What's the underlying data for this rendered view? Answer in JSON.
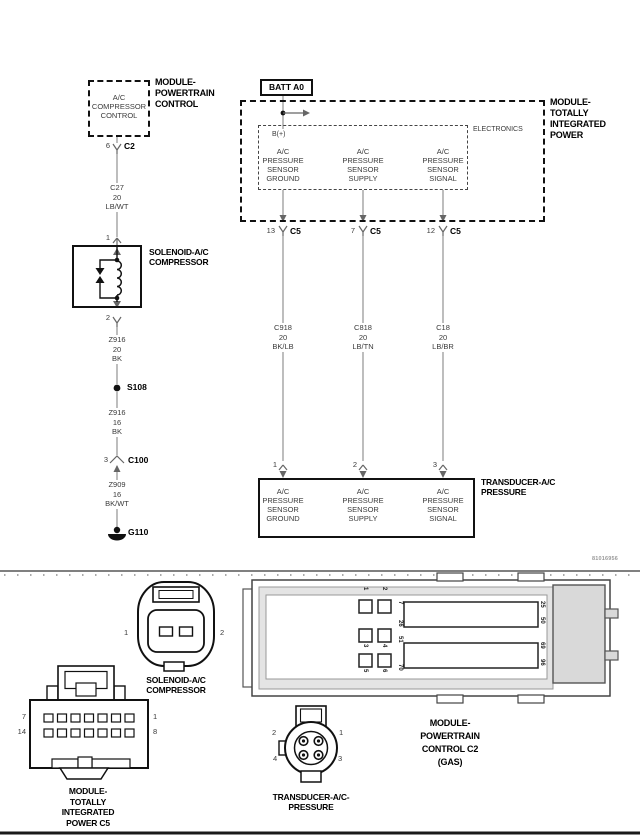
{
  "page": {
    "sheet_number": "81016956"
  },
  "schematic": {
    "pcm": {
      "box_text": "A/C\nCOMPRESSOR\nCONTROL",
      "label": "MODULE-\nPOWERTRAIN\nCONTROL",
      "pin": "6",
      "connector": "C2"
    },
    "wire_c27": "C27\n20\nLB/WT",
    "solenoid": {
      "pin_in": "1",
      "pin_out": "2",
      "label": "SOLENOID-A/C\nCOMPRESSOR"
    },
    "wire_z916_20": "Z916\n20\nBK",
    "splice": "S108",
    "wire_z916_16": "Z916\n16\nBK",
    "c100": {
      "pin": "3",
      "connector": "C100"
    },
    "wire_z909": "Z909\n16\nBK/WT",
    "ground": "G110",
    "batt": "BATT A0",
    "tipm": {
      "label": "MODULE-\nTOTALLY\nINTEGRATED\nPOWER",
      "electronics": "ELECTRONICS",
      "b_plus": "B(+)",
      "columns": [
        {
          "function": "A/C\nPRESSURE\nSENSOR\nGROUND",
          "pin": "13",
          "connector": "C5",
          "wire": "C918\n20\nBK/LB",
          "dest_pin": "1",
          "dest_function": "A/C\nPRESSURE\nSENSOR\nGROUND"
        },
        {
          "function": "A/C\nPRESSURE\nSENSOR\nSUPPLY",
          "pin": "7",
          "connector": "C5",
          "wire": "C818\n20\nLB/TN",
          "dest_pin": "2",
          "dest_function": "A/C\nPRESSURE\nSENSOR\nSUPPLY"
        },
        {
          "function": "A/C\nPRESSURE\nSENSOR\nSIGNAL",
          "pin": "12",
          "connector": "C5",
          "wire": "C18\n20\nLB/BR",
          "dest_pin": "3",
          "dest_function": "A/C\nPRESSURE\nSENSOR\nSIGNAL"
        }
      ]
    },
    "transducer_label": "TRANSDUCER-A/C\nPRESSURE"
  },
  "connector_views": {
    "solenoid": {
      "pin_left": "1",
      "pin_right": "2",
      "label": "SOLENOID-A/C\nCOMPRESSOR"
    },
    "tipm_c5": {
      "pin_tl": "7",
      "pin_bl": "14",
      "pin_tr": "1",
      "pin_br": "8",
      "label": "MODULE-\nTOTALLY\nINTEGRATED\nPOWER C5"
    },
    "transducer": {
      "pin_tl": "2",
      "pin_tr": "1",
      "pin_bl": "4",
      "pin_br": "3",
      "label": "TRANSDUCER-A/C-\nPRESSURE"
    },
    "pcm_c2": {
      "label": "MODULE-\nPOWERTRAIN\nCONTROL C2\n(GAS)",
      "n1": "1",
      "n2": "2",
      "n3": "3",
      "n4": "4",
      "n5": "5",
      "n6": "6",
      "n7": "7",
      "n26": "26",
      "n51": "51",
      "n70": "70",
      "n25": "25",
      "n50": "50",
      "n69": "69",
      "n96": "96"
    }
  }
}
